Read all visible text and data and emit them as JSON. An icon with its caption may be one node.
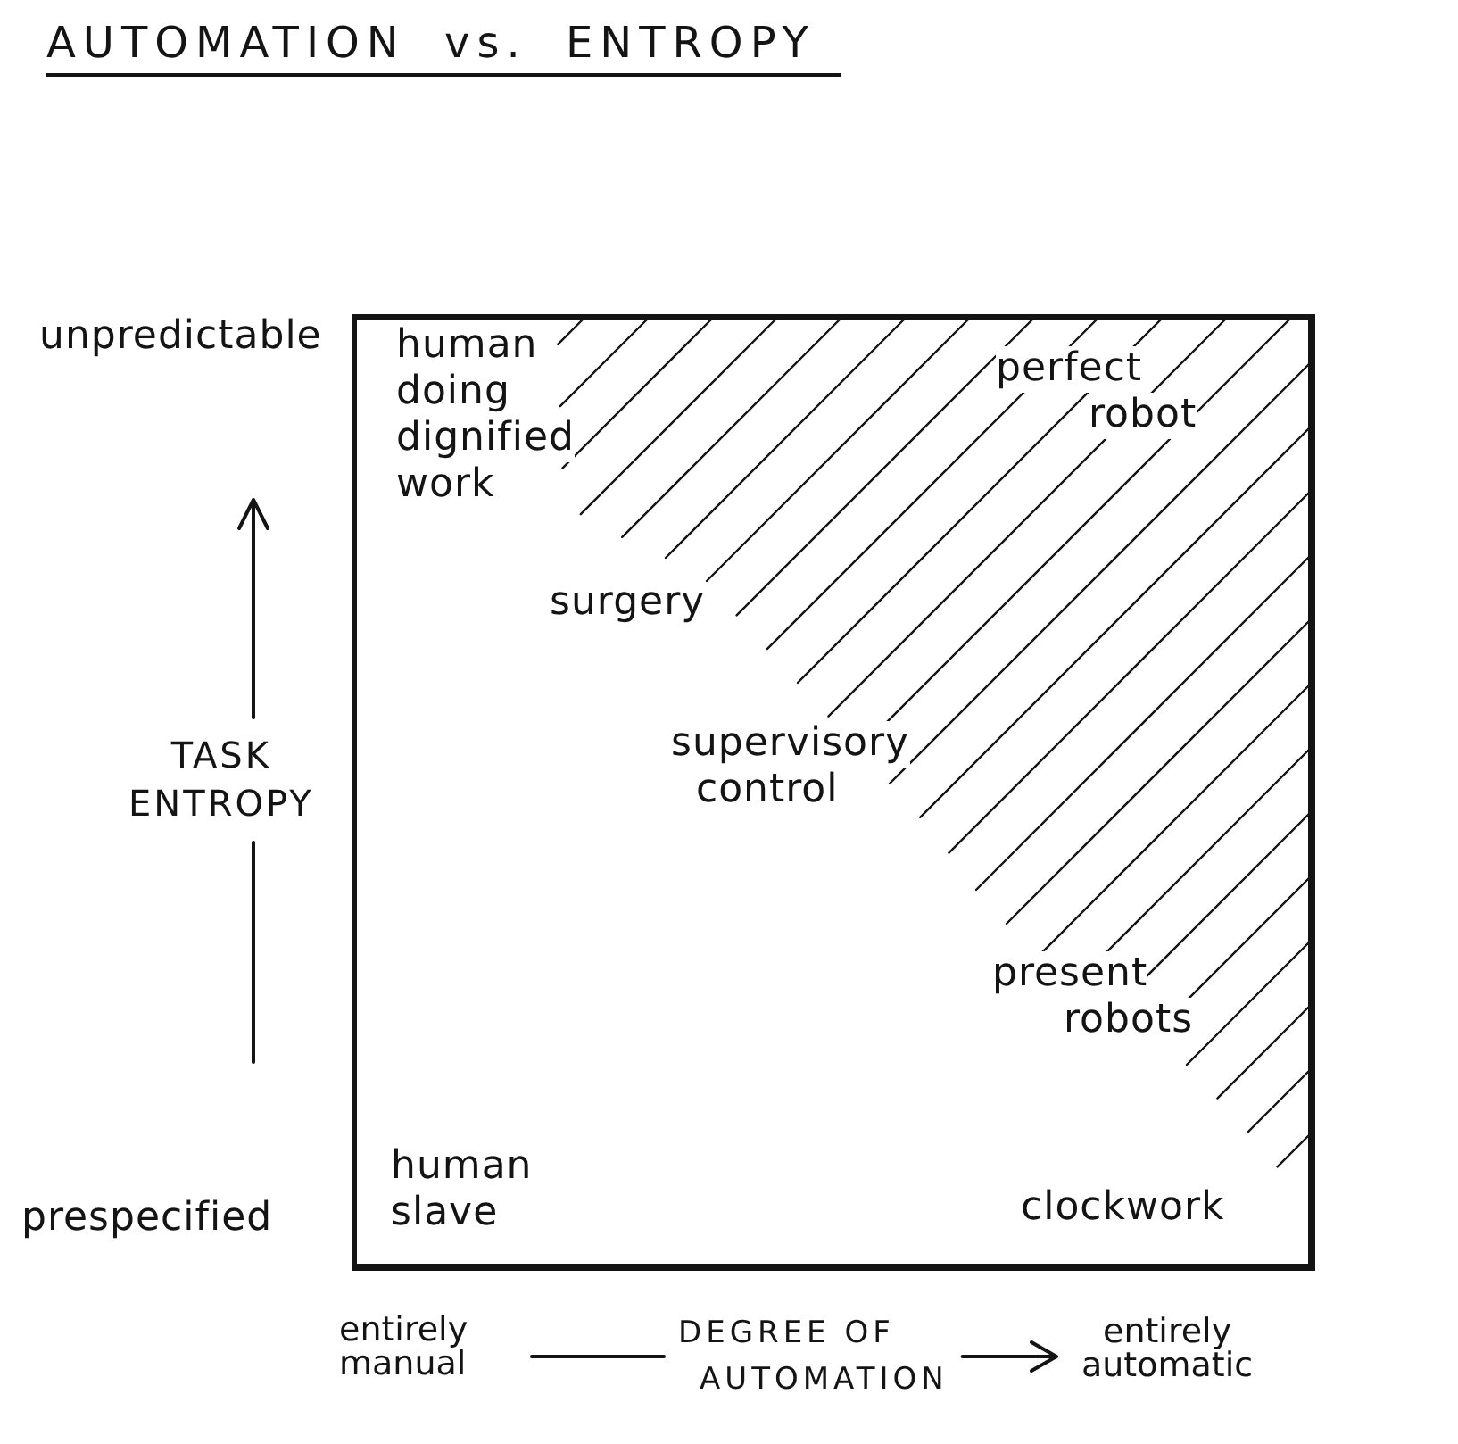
{
  "diagram": {
    "title": "AUTOMATION vs. ENTROPY",
    "nodes": [
      {
        "text": [
          "human doing dignified work",
          "perfect robot",
          "surgery",
          "supervisory control",
          "present robots",
          "human slave",
          "clockwork"
        ]
      }
    ],
    "labels": [
      "unpredictable",
      "TASK ENTROPY",
      "prespecified",
      "entirely manual",
      "DEGREE OF AUTOMATION",
      "entirely automatic"
    ]
  }
}
